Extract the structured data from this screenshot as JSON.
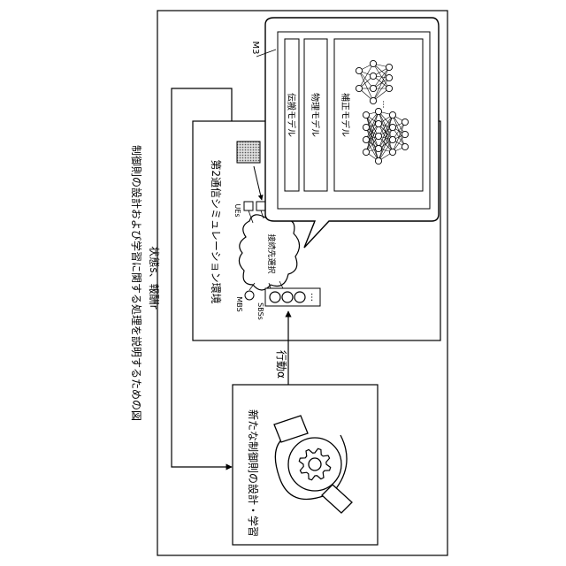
{
  "figure_caption": "制御則の設計および学習に関する処理を説明するための図",
  "feedback_label": "状態s、報酬r",
  "action_label": "行動α",
  "sim_env": {
    "title": "第2通信シミュレーション環境",
    "ue_label": "UEs",
    "mbs_label": "MBS",
    "sbs_label": "SBSs",
    "cloud_label": "接続先選択",
    "ellipsis": "…"
  },
  "model_box": {
    "ref_label": "M3",
    "models": [
      "伝搬モデル",
      "物理モデル",
      "補正モデル"
    ],
    "nn_ellipsis": "…"
  },
  "design_box": {
    "title": "新たな制御則の設計・学習"
  }
}
